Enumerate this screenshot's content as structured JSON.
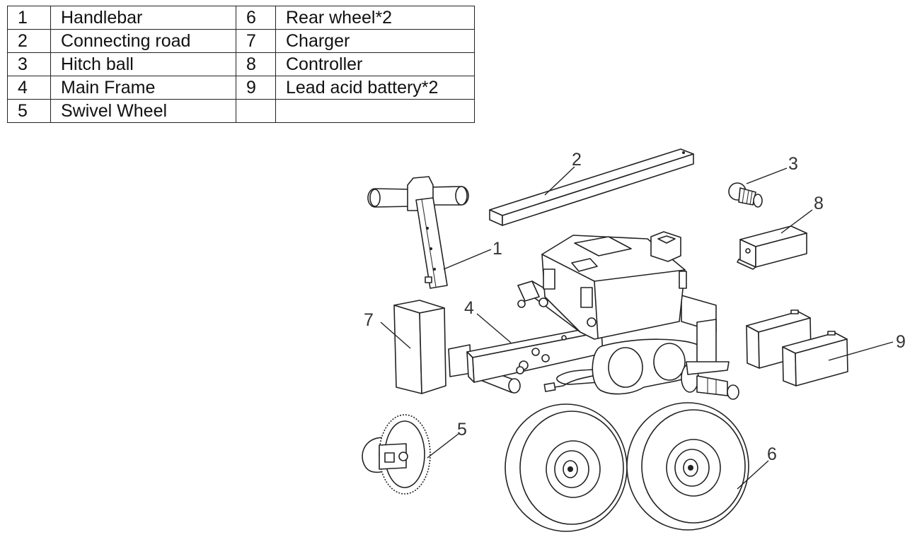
{
  "legend": {
    "rows": [
      {
        "num1": "1",
        "name1": "Handlebar",
        "num2": "6",
        "name2": "Rear wheel*2"
      },
      {
        "num1": "2",
        "name1": "Connecting road",
        "num2": "7",
        "name2": "Charger"
      },
      {
        "num1": "3",
        "name1": "Hitch ball",
        "num2": "8",
        "name2": "Controller"
      },
      {
        "num1": "4",
        "name1": "Main Frame",
        "num2": "9",
        "name2": "Lead acid battery*2"
      },
      {
        "num1": "5",
        "name1": "Swivel Wheel",
        "num2": "",
        "name2": ""
      }
    ]
  },
  "callouts": {
    "c1": "1",
    "c2": "2",
    "c3": "3",
    "c4": "4",
    "c5": "5",
    "c6": "6",
    "c7": "7",
    "c8": "8",
    "c9": "9"
  }
}
